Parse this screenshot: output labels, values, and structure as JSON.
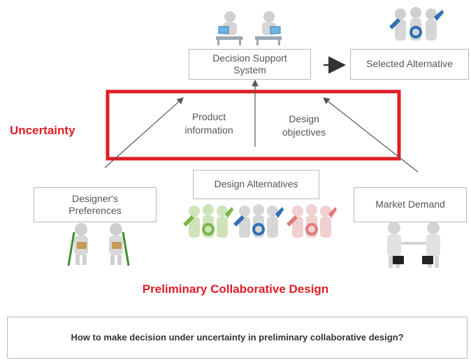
{
  "decision_support_system": "Decision Support\nSystem",
  "selected_alternative": "Selected Alternative",
  "uncertainty_label": "Uncertainty",
  "product_information": "Product\ninformation",
  "design_objectives": "Design\nobjectives",
  "design_alternatives": "Design Alternatives",
  "designers_preferences": "Designer's\nPreferences",
  "market_demand": "Market Demand",
  "footer_title": "Preliminary Collaborative Design",
  "question": "How to make decision under uncertainty in preliminary collaborative design?",
  "colors": {
    "accent_red": "#e01c24",
    "arrow": "#555555",
    "figure_gray": "#cfcfcf",
    "green_tools": "#7ab648",
    "blue_tools": "#2f6fb5",
    "pink_tools": "#e07b7b",
    "pencil_brown": "#c49a5a"
  },
  "icons": [
    "computer-users-icon",
    "team-tools-icon",
    "team-green-icon",
    "team-blue-icon",
    "team-pink-icon",
    "pencil-designers-icon",
    "business-handshake-icon"
  ]
}
